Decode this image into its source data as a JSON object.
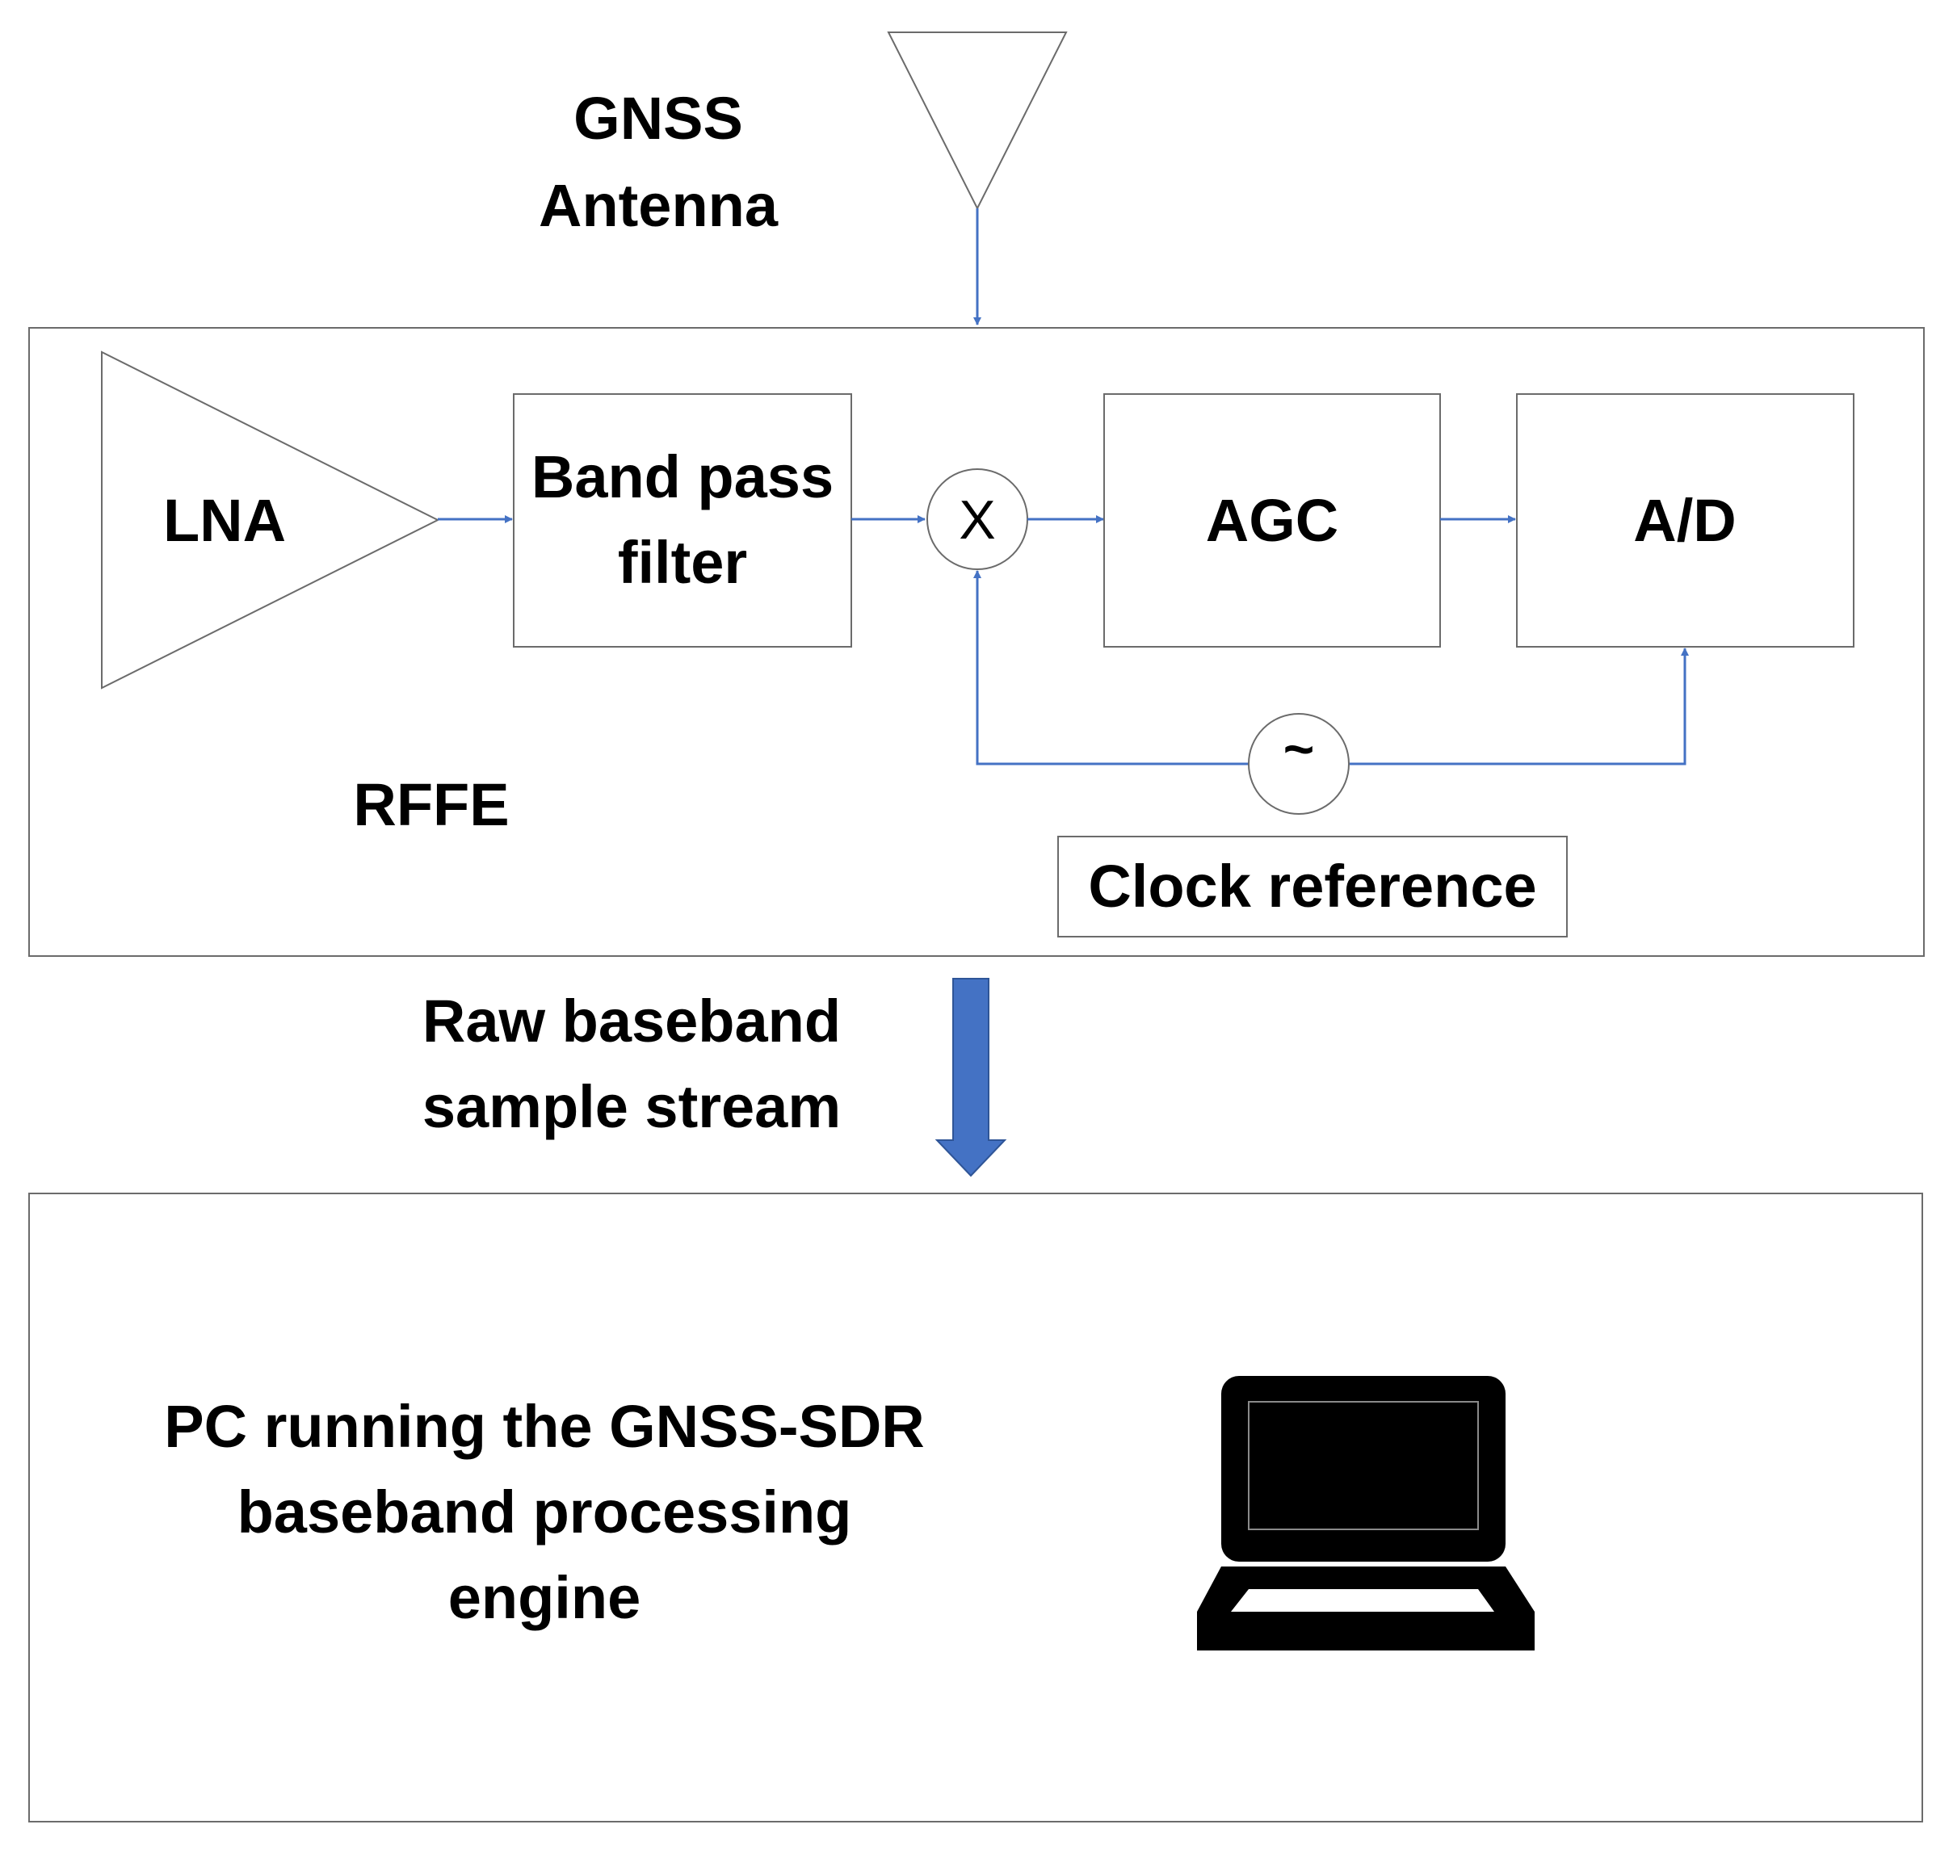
{
  "colors": {
    "connector": "#4472c4",
    "outline": "#6b6b6b",
    "text": "#000000",
    "icon": "#000000"
  },
  "antenna": {
    "label_line1": "GNSS",
    "label_line2": "Antenna"
  },
  "rffe": {
    "label": "RFFE",
    "lna_label": "LNA",
    "bpf_label_line1": "Band pass",
    "bpf_label_line2": "filter",
    "mixer_symbol": "X",
    "agc_label": "AGC",
    "adc_label": "A/D",
    "oscillator_symbol": "~",
    "clock_label": "Clock reference"
  },
  "stream": {
    "label_line1": "Raw baseband",
    "label_line2": "sample stream"
  },
  "pc": {
    "label_line1": "PC running the GNSS-SDR",
    "label_line2": "baseband processing",
    "label_line3": "engine",
    "icon": "laptop-icon"
  }
}
